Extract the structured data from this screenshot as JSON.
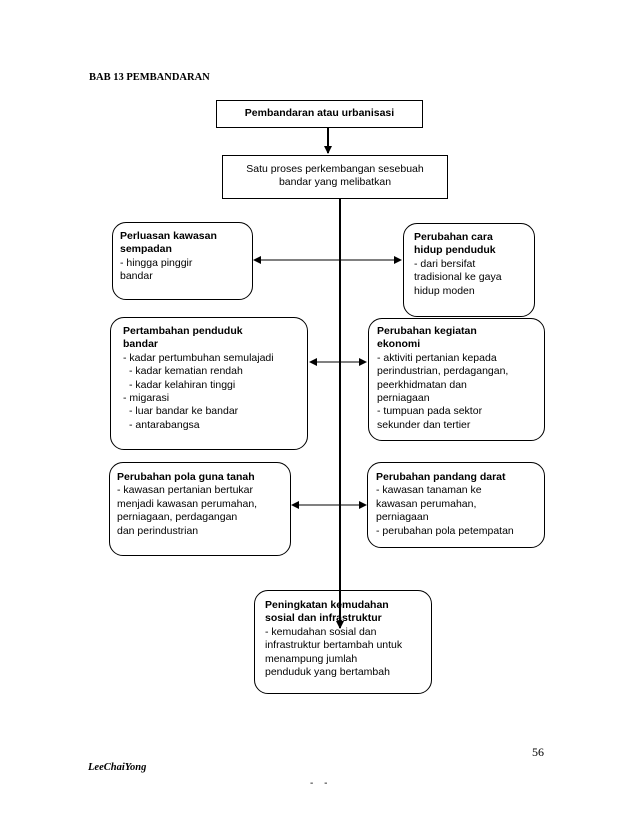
{
  "chapter_title": "BAB 13 PEMBANDARAN",
  "top_box": "Pembandaran atau urbanisasi",
  "definition_box": [
    "Satu proses perkembangan sesebuah",
    "bandar yang melibatkan"
  ],
  "boxes": {
    "perluasan": {
      "title": [
        "Perluasan kawasan",
        "sempadan"
      ],
      "lines": [
        "- hingga pinggir",
        "bandar"
      ]
    },
    "cara_hidup": {
      "title": [
        "Perubahan cara",
        "hidup penduduk"
      ],
      "lines": [
        "- dari bersifat",
        "tradisional ke gaya",
        "hidup moden"
      ]
    },
    "pertambahan": {
      "title": [
        "Pertambahan penduduk",
        "bandar"
      ],
      "lines": [
        "- kadar pertumbuhan semulajadi",
        "  - kadar kematian rendah",
        "  - kadar kelahiran tinggi",
        "- migarasi",
        "  - luar bandar ke bandar",
        "  - antarabangsa"
      ]
    },
    "kegiatan": {
      "title": [
        "Perubahan kegiatan",
        "ekonomi"
      ],
      "lines": [
        "- aktiviti pertanian kepada",
        "perindustrian, perdagangan,",
        "peerkhidmatan dan",
        "perniagaan",
        "- tumpuan pada sektor",
        "sekunder dan tertier"
      ]
    },
    "guna_tanah": {
      "title": [
        "Perubahan pola guna tanah"
      ],
      "lines": [
        "- kawasan pertanian bertukar",
        "menjadi kawasan perumahan,",
        "perniagaan, perdagangan",
        "dan perindustrian"
      ]
    },
    "pandang_darat": {
      "title": [
        "Perubahan pandang darat"
      ],
      "lines": [
        "- kawasan tanaman ke",
        "kawasan perumahan,",
        "perniagaan",
        "- perubahan pola petempatan"
      ]
    },
    "kemudahan": {
      "title": [
        "Peningkatan kemudahan",
        "sosial dan infrastruktur"
      ],
      "lines": [
        "- kemudahan sosial dan",
        "infrastruktur bertambah untuk",
        "menampung jumlah",
        "penduduk yang bertambah"
      ]
    }
  },
  "page_number": "56",
  "author": "LeeChaiYong",
  "footer_mark": "- -"
}
